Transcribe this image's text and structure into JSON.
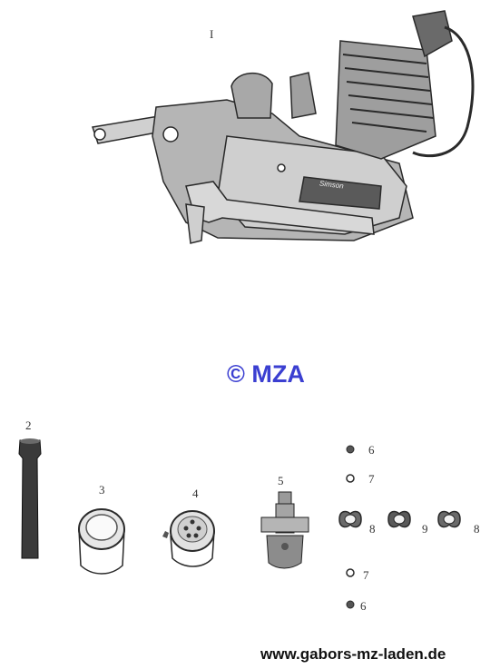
{
  "figure_number": "I",
  "copyright": "© MZA",
  "footer_url": "www.gabors-mz-laden.de",
  "engine_badge": "Simson",
  "parts": {
    "p2": "2",
    "p3": "3",
    "p4": "4",
    "p5": "5",
    "p6a": "6",
    "p7a": "7",
    "p8a": "8",
    "p9": "9",
    "p8b": "8",
    "p7b": "7",
    "p6b": "6"
  },
  "colors": {
    "copyright": "#3b3fd1",
    "line_art": "#2a2a2a"
  }
}
